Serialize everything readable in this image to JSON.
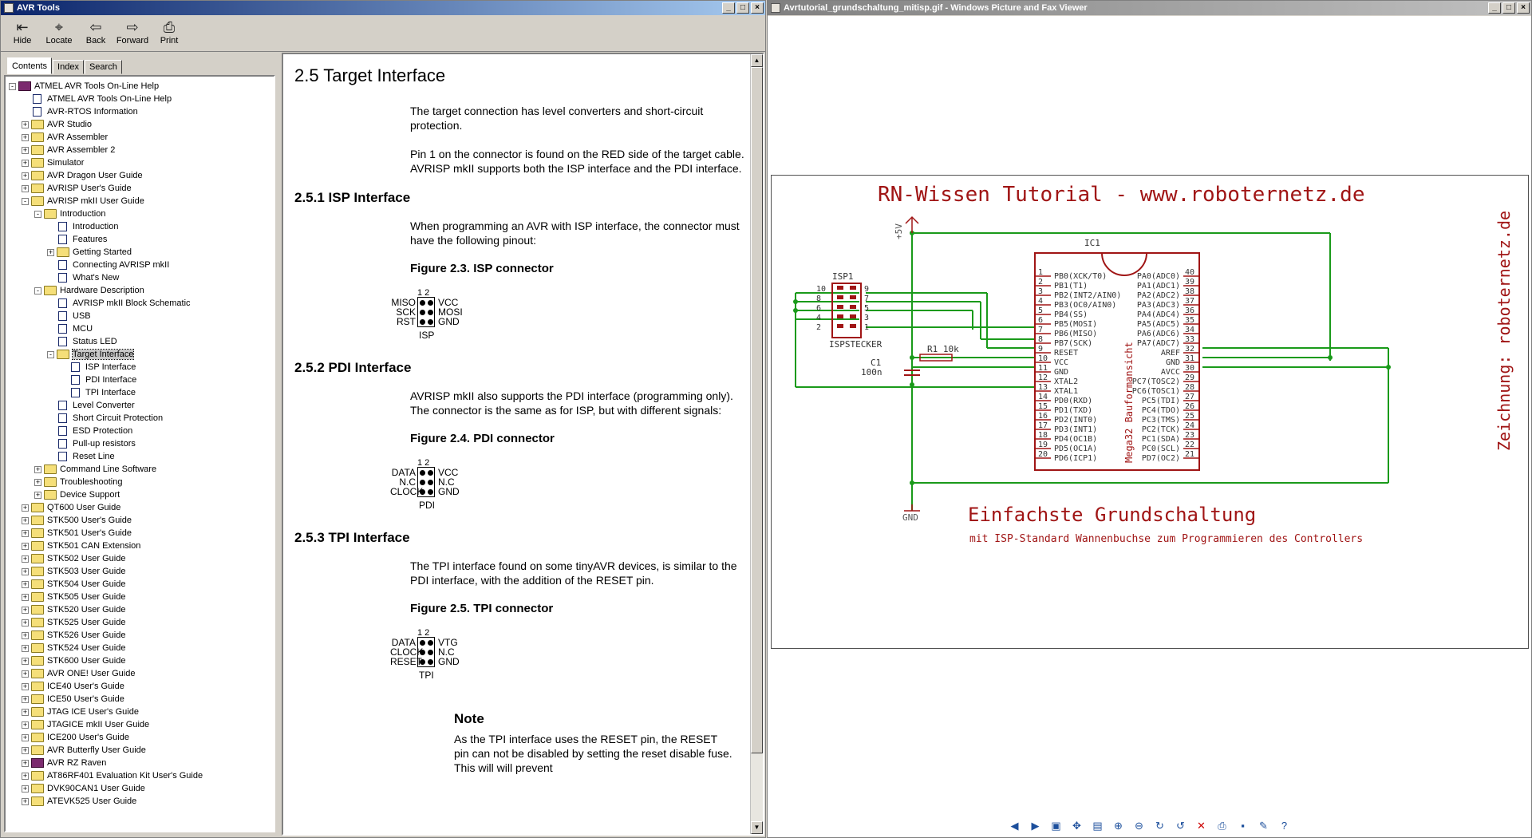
{
  "help": {
    "title": "AVR Tools",
    "toolbar": [
      {
        "label": "Hide",
        "icon": "hide-icon"
      },
      {
        "label": "Locate",
        "icon": "locate-icon"
      },
      {
        "label": "Back",
        "icon": "back-icon"
      },
      {
        "label": "Forward",
        "icon": "forward-icon"
      },
      {
        "label": "Print",
        "icon": "print-icon"
      }
    ],
    "tabs": [
      "Contents",
      "Index",
      "Search"
    ],
    "tree": [
      {
        "label": "ATMEL AVR Tools On-Line Help",
        "depth": 0,
        "exp": "-",
        "kind": "book"
      },
      {
        "label": "ATMEL AVR Tools On-Line Help",
        "depth": 1,
        "exp": "",
        "kind": "page"
      },
      {
        "label": "AVR-RTOS Information",
        "depth": 1,
        "exp": "",
        "kind": "page"
      },
      {
        "label": "AVR Studio",
        "depth": 1,
        "exp": "+",
        "kind": "folder"
      },
      {
        "label": "AVR Assembler",
        "depth": 1,
        "exp": "+",
        "kind": "folder"
      },
      {
        "label": "AVR Assembler 2",
        "depth": 1,
        "exp": "+",
        "kind": "folder"
      },
      {
        "label": "Simulator",
        "depth": 1,
        "exp": "+",
        "kind": "folder"
      },
      {
        "label": "AVR Dragon User Guide",
        "depth": 1,
        "exp": "+",
        "kind": "folder"
      },
      {
        "label": "AVRISP User's Guide",
        "depth": 1,
        "exp": "+",
        "kind": "folder"
      },
      {
        "label": "AVRISP mkII User Guide",
        "depth": 1,
        "exp": "-",
        "kind": "folder"
      },
      {
        "label": "Introduction",
        "depth": 2,
        "exp": "-",
        "kind": "folder"
      },
      {
        "label": "Introduction",
        "depth": 3,
        "exp": "",
        "kind": "page"
      },
      {
        "label": "Features",
        "depth": 3,
        "exp": "",
        "kind": "page"
      },
      {
        "label": "Getting Started",
        "depth": 3,
        "exp": "+",
        "kind": "folder"
      },
      {
        "label": "Connecting AVRISP mkII",
        "depth": 3,
        "exp": "",
        "kind": "page"
      },
      {
        "label": "What's New",
        "depth": 3,
        "exp": "",
        "kind": "page"
      },
      {
        "label": "Hardware Description",
        "depth": 2,
        "exp": "-",
        "kind": "folder"
      },
      {
        "label": "AVRISP mkII Block Schematic",
        "depth": 3,
        "exp": "",
        "kind": "page"
      },
      {
        "label": "USB",
        "depth": 3,
        "exp": "",
        "kind": "page"
      },
      {
        "label": "MCU",
        "depth": 3,
        "exp": "",
        "kind": "page"
      },
      {
        "label": "Status LED",
        "depth": 3,
        "exp": "",
        "kind": "page"
      },
      {
        "label": "Target Interface",
        "depth": 3,
        "exp": "-",
        "kind": "folder",
        "selected": true
      },
      {
        "label": "ISP Interface",
        "depth": 4,
        "exp": "",
        "kind": "page"
      },
      {
        "label": "PDI Interface",
        "depth": 4,
        "exp": "",
        "kind": "page"
      },
      {
        "label": "TPI Interface",
        "depth": 4,
        "exp": "",
        "kind": "page"
      },
      {
        "label": "Level Converter",
        "depth": 3,
        "exp": "",
        "kind": "page"
      },
      {
        "label": "Short Circuit Protection",
        "depth": 3,
        "exp": "",
        "kind": "page"
      },
      {
        "label": "ESD Protection",
        "depth": 3,
        "exp": "",
        "kind": "page"
      },
      {
        "label": "Pull-up resistors",
        "depth": 3,
        "exp": "",
        "kind": "page"
      },
      {
        "label": "Reset Line",
        "depth": 3,
        "exp": "",
        "kind": "page"
      },
      {
        "label": "Command Line Software",
        "depth": 2,
        "exp": "+",
        "kind": "folder"
      },
      {
        "label": "Troubleshooting",
        "depth": 2,
        "exp": "+",
        "kind": "folder"
      },
      {
        "label": "Device Support",
        "depth": 2,
        "exp": "+",
        "kind": "folder"
      },
      {
        "label": "QT600 User Guide",
        "depth": 1,
        "exp": "+",
        "kind": "folder"
      },
      {
        "label": "STK500 User's Guide",
        "depth": 1,
        "exp": "+",
        "kind": "folder"
      },
      {
        "label": "STK501 User's Guide",
        "depth": 1,
        "exp": "+",
        "kind": "folder"
      },
      {
        "label": "STK501 CAN Extension",
        "depth": 1,
        "exp": "+",
        "kind": "folder"
      },
      {
        "label": "STK502 User Guide",
        "depth": 1,
        "exp": "+",
        "kind": "folder"
      },
      {
        "label": "STK503 User Guide",
        "depth": 1,
        "exp": "+",
        "kind": "folder"
      },
      {
        "label": "STK504 User Guide",
        "depth": 1,
        "exp": "+",
        "kind": "folder"
      },
      {
        "label": "STK505 User Guide",
        "depth": 1,
        "exp": "+",
        "kind": "folder"
      },
      {
        "label": "STK520 User Guide",
        "depth": 1,
        "exp": "+",
        "kind": "folder"
      },
      {
        "label": "STK525 User Guide",
        "depth": 1,
        "exp": "+",
        "kind": "folder"
      },
      {
        "label": "STK526 User Guide",
        "depth": 1,
        "exp": "+",
        "kind": "folder"
      },
      {
        "label": "STK524 User Guide",
        "depth": 1,
        "exp": "+",
        "kind": "folder"
      },
      {
        "label": "STK600 User Guide",
        "depth": 1,
        "exp": "+",
        "kind": "folder"
      },
      {
        "label": "AVR ONE! User Guide",
        "depth": 1,
        "exp": "+",
        "kind": "folder"
      },
      {
        "label": "ICE40 User's Guide",
        "depth": 1,
        "exp": "+",
        "kind": "folder"
      },
      {
        "label": "ICE50 User's Guide",
        "depth": 1,
        "exp": "+",
        "kind": "folder"
      },
      {
        "label": "JTAG ICE User's Guide",
        "depth": 1,
        "exp": "+",
        "kind": "folder"
      },
      {
        "label": "JTAGICE mkII User Guide",
        "depth": 1,
        "exp": "+",
        "kind": "folder"
      },
      {
        "label": "ICE200 User's Guide",
        "depth": 1,
        "exp": "+",
        "kind": "folder"
      },
      {
        "label": "AVR Butterfly User Guide",
        "depth": 1,
        "exp": "+",
        "kind": "folder"
      },
      {
        "label": "AVR RZ Raven",
        "depth": 1,
        "exp": "+",
        "kind": "book"
      },
      {
        "label": "AT86RF401 Evaluation Kit User's Guide",
        "depth": 1,
        "exp": "+",
        "kind": "folder"
      },
      {
        "label": "DVK90CAN1 User Guide",
        "depth": 1,
        "exp": "+",
        "kind": "folder"
      },
      {
        "label": "ATEVK525 User Guide",
        "depth": 1,
        "exp": "+",
        "kind": "folder"
      }
    ],
    "doc": {
      "h1": "2.5 Target Interface",
      "p1": "The target connection has level converters and short-circuit protection.",
      "p2": "Pin 1 on the connector is found on the RED side of the target cable. AVRISP mkII supports both the ISP interface and the PDI interface.",
      "h_isp": "2.5.1 ISP Interface",
      "p_isp": "When programming an AVR with ISP interface, the connector must have the following pinout:",
      "fig_isp": "Figure 2.3. ISP connector",
      "isp": {
        "left": [
          "MISO",
          "SCK",
          "RST"
        ],
        "right": [
          "VCC",
          "MOSI",
          "GND"
        ],
        "name": "ISP",
        "top": "1 2"
      },
      "h_pdi": "2.5.2 PDI Interface",
      "p_pdi": "AVRISP mkII also supports the PDI interface (programming only). The connector is the same as for ISP, but with different signals:",
      "fig_pdi": "Figure 2.4. PDI connector",
      "pdi": {
        "left": [
          "DATA",
          "N.C",
          "CLOCK"
        ],
        "right": [
          "VCC",
          "N.C",
          "GND"
        ],
        "name": "PDI",
        "top": "1 2"
      },
      "h_tpi": "2.5.3 TPI Interface",
      "p_tpi": "The TPI interface found on some tinyAVR devices, is similar to the PDI interface, with the addition of the RESET pin.",
      "fig_tpi": "Figure 2.5.  TPI connector",
      "tpi": {
        "left": [
          "DATA",
          "CLOCK",
          "RESET"
        ],
        "right": [
          "VTG",
          "N.C",
          "GND"
        ],
        "name": "TPI",
        "top": "1 2"
      },
      "note_h": "Note",
      "note_p": "As the TPI interface uses the RESET pin, the RESET pin can not be disabled by setting the reset disable fuse. This will will prevent"
    }
  },
  "viewer": {
    "title": "Avrtutorial_grundschaltung_mitisp.gif - Windows Picture and Fax Viewer",
    "schematic": {
      "header": "RN-Wissen Tutorial  - www.roboternetz.de",
      "footer_big": "Einfachste Grundschaltung",
      "footer_small": "mit ISP-Standard  Wannenbuchse zum Programmieren des Controllers",
      "side": "Zeichnung: roboternetz.de",
      "ic_name": "IC1",
      "ic_body": "Mega32 Bauformansicht",
      "isp_name": "ISP1",
      "isp_label": "ISPSTECKER",
      "r1": "R1  10k",
      "c1a": "C1",
      "c1b": "100n",
      "plus5": "+5V",
      "gnd": "GND",
      "left_pins": [
        "PB0(XCK/T0)",
        "PB1(T1)",
        "PB2(INT2/AIN0)",
        "PB3(OC0/AIN0)",
        "PB4(SS)",
        "PB5(MOSI)",
        "PB6(MISO)",
        "PB7(SCK)",
        "RESET",
        "VCC",
        "GND",
        "XTAL2",
        "XTAL1",
        "PD0(RXD)",
        "PD1(TXD)",
        "PD2(INT0)",
        "PD3(INT1)",
        "PD4(OC1B)",
        "PD5(OC1A)",
        "PD6(ICP1)"
      ],
      "right_pins": [
        "PA0(ADC0)",
        "PA1(ADC1)",
        "PA2(ADC2)",
        "PA3(ADC3)",
        "PA4(ADC4)",
        "PA5(ADC5)",
        "PA6(ADC6)",
        "PA7(ADC7)",
        "AREF",
        "GND",
        "AVCC",
        "PC7(TOSC2)",
        "PC6(TOSC1)",
        "PC5(TDI)",
        "PC4(TDO)",
        "PC3(TMS)",
        "PC2(TCK)",
        "PC1(SDA)",
        "PC0(SCL)",
        "PD7(OC2)"
      ],
      "left_nums": [
        "1",
        "2",
        "3",
        "4",
        "5",
        "6",
        "7",
        "8",
        "9",
        "10",
        "11",
        "12",
        "13",
        "14",
        "15",
        "16",
        "17",
        "18",
        "19",
        "20"
      ],
      "right_nums": [
        "40",
        "39",
        "38",
        "37",
        "36",
        "35",
        "34",
        "33",
        "32",
        "31",
        "30",
        "29",
        "28",
        "27",
        "26",
        "25",
        "24",
        "23",
        "22",
        "21"
      ],
      "isp_left_nums": [
        "10",
        "8",
        "6",
        "4",
        "2"
      ],
      "isp_right_nums": [
        "9",
        "7",
        "5",
        "3",
        "1"
      ]
    }
  }
}
